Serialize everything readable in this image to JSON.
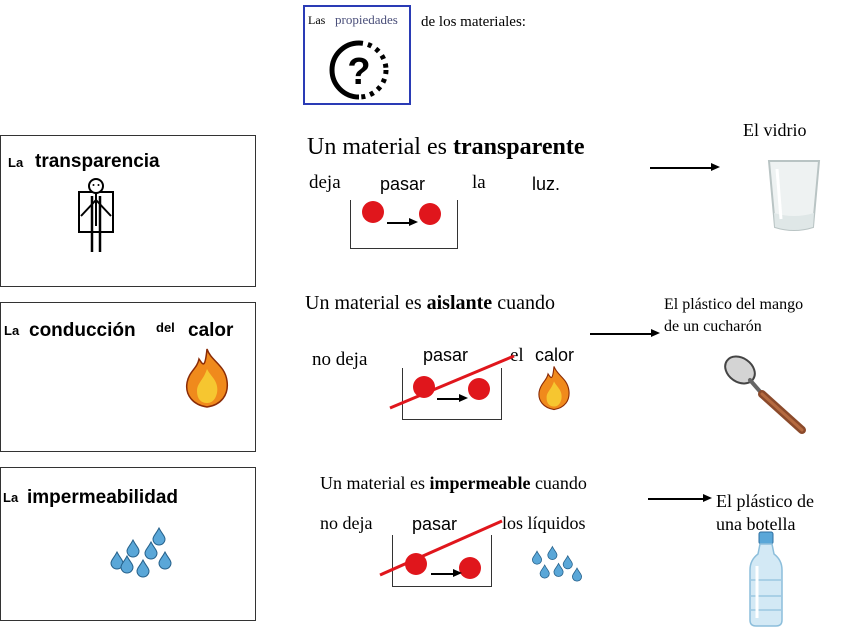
{
  "header": {
    "badge_top_las": "Las",
    "badge_top_prop": "propiedades",
    "subtitle": "de los materiales:"
  },
  "rows": [
    {
      "card_article": "La",
      "card_title": "transparencia",
      "sentence_prefix": "Un material es ",
      "sentence_bold": "transparente",
      "sentence_suffix": "",
      "line2_a": "deja",
      "line2_b": "pasar",
      "line2_c": "la",
      "line2_d": "luz.",
      "example": "El vidrio"
    },
    {
      "card_article": "La",
      "card_title": "conducción",
      "card_mid": "del",
      "card_title2": "calor",
      "sentence_prefix": "Un material es ",
      "sentence_bold": "aislante",
      "sentence_suffix": " cuando",
      "line2_a": "no deja",
      "line2_b": "pasar",
      "line2_c": "el",
      "line2_d": "calor",
      "example_line1": "El plástico del mango",
      "example_line2": "de un cucharón"
    },
    {
      "card_article": "La",
      "card_title": "impermeabilidad",
      "sentence_prefix": "Un material es ",
      "sentence_bold": "impermeable",
      "sentence_suffix": " cuando",
      "line2_a": "no deja",
      "line2_b": "pasar",
      "line2_c": "los líquidos",
      "example_line1": "El plástico de",
      "example_line2": "una botella"
    }
  ],
  "colors": {
    "badge_border": "#2a3bb5",
    "dot_red": "#e0161c",
    "drop_blue": "#5aa7d8",
    "flame_orange": "#f08a1c"
  }
}
